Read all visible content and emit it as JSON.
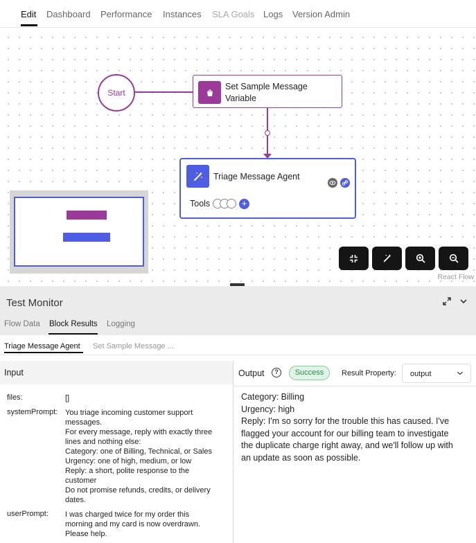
{
  "nav": {
    "tabs": [
      "Edit",
      "Dashboard",
      "Performance",
      "Instances",
      "SLA Goals",
      "Logs",
      "Version Admin"
    ],
    "active": "Edit"
  },
  "canvas": {
    "start_label": "Start",
    "set_node_label": "Set Sample Message Variable",
    "agent_node_label": "Triage Message Agent",
    "tools_label": "Tools",
    "add_symbol": "+",
    "attribution": "React Flow"
  },
  "colors": {
    "purple": "#9c3a9a",
    "blue": "#4e5ee4",
    "success_bg": "#dff4e6",
    "success_text": "#2a8a4a"
  },
  "icons": {
    "set_node": "bucket-icon",
    "agent_node": "magic-wand-icon",
    "controls": [
      "fit-view-icon",
      "magic-wand-icon",
      "zoom-in-icon",
      "zoom-out-icon"
    ]
  },
  "panel": {
    "title": "Test Monitor",
    "tabs": [
      "Flow Data",
      "Block Results",
      "Logging"
    ],
    "active_tab": "Block Results",
    "subtabs": [
      "Triage Message Agent",
      "Set Sample Message ..."
    ],
    "active_subtab": "Triage Message Agent",
    "input": {
      "heading": "Input",
      "fields": [
        {
          "key": "files:",
          "lines": [
            "[]"
          ]
        },
        {
          "key": "systemPrompt:",
          "lines": [
            "You triage incoming customer support",
            "messages.",
            "For every message, reply with exactly three",
            "lines and nothing else:",
            "Category: one of Billing, Technical, or Sales",
            "Urgency: one of high, medium, or low",
            "Reply: a short, polite response to the",
            "customer",
            "Do not promise refunds, credits, or delivery",
            "dates."
          ]
        },
        {
          "key": "userPrompt:",
          "lines": [
            "I was charged twice for my order this",
            "morning and my card is now overdrawn.",
            "Please help."
          ]
        }
      ]
    },
    "output": {
      "heading": "Output",
      "help_symbol": "?",
      "status": "Success",
      "result_property_label": "Result Property:",
      "result_property_value": "output",
      "lines": [
        "Category: Billing",
        "Urgency: high",
        "Reply: I'm so sorry for the trouble this has caused. I've",
        "flagged your account for our billing team to investigate",
        "the duplicate charge right away, and we'll follow up with",
        "an update as soon as possible."
      ]
    }
  }
}
